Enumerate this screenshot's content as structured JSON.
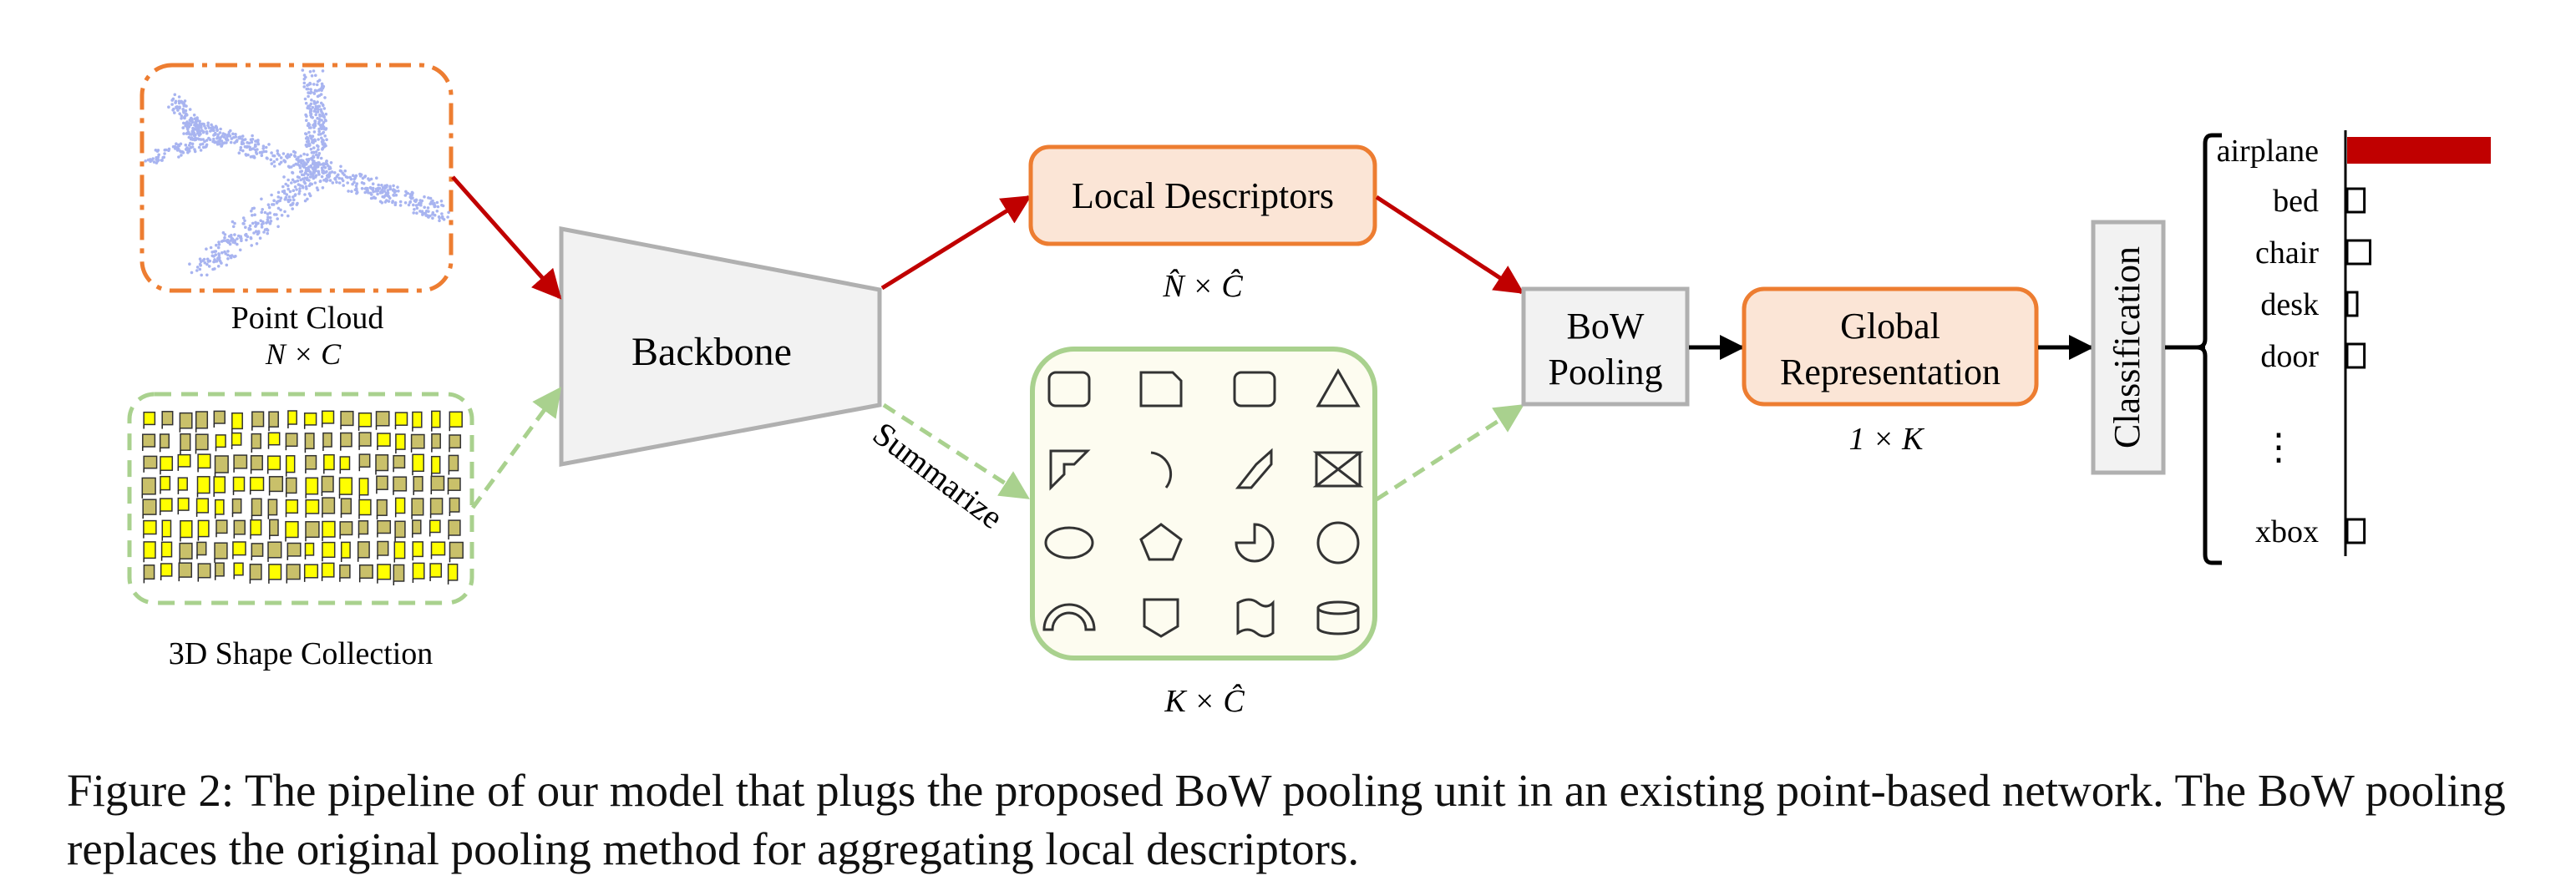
{
  "labels": {
    "point_cloud": "Point Cloud",
    "point_cloud_dim": "N × C",
    "shape_collection": "3D Shape Collection",
    "backbone": "Backbone",
    "summarize": "Summarize",
    "local_descriptors": "Local Descriptors",
    "local_dim": "N̂ × Ĉ",
    "codebook_dim": "K × Ĉ",
    "bow_line1": "BoW",
    "bow_line2": "Pooling",
    "global_line1": "Global",
    "global_line2": "Representation",
    "global_dim": "1 × K",
    "classification": "Classification"
  },
  "classes": [
    {
      "name": "airplane",
      "score": 1.0
    },
    {
      "name": "bed",
      "score": 0.12
    },
    {
      "name": "chair",
      "score": 0.16
    },
    {
      "name": "desk",
      "score": 0.05
    },
    {
      "name": "door",
      "score": 0.12
    }
  ],
  "ellipsis": "⋮",
  "last_class": {
    "name": "xbox",
    "score": 0.12
  },
  "caption": "Figure 2: The pipeline of our model that plugs the proposed BoW pooling unit in an existing point-based network. The BoW pooling replaces the original pooling method for aggregating local descriptors.",
  "colors": {
    "red_arrow": "#c00000",
    "green_dashed": "#a9d18e",
    "orange_border": "#ed7d31",
    "orange_fill": "#fbe5d6",
    "green_fill": "#fdfcf0",
    "gray_border": "#b0b0b0",
    "gray_fill": "#f2f2f2",
    "point_blue": "#a8b4f0",
    "shape_yellow": "#ffff00",
    "bar_red": "#c00000"
  }
}
